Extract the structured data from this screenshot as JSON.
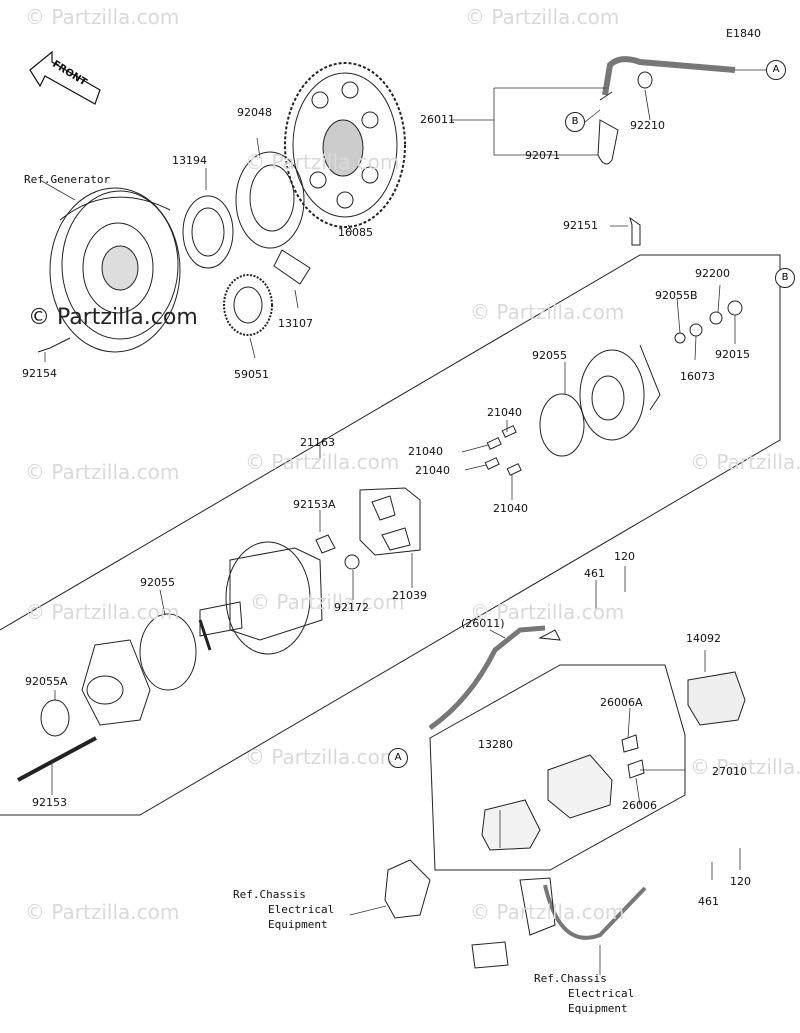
{
  "diagram_code": "E1840",
  "front_label": "FRONT",
  "watermarks": [
    "© Partzilla.com",
    "© Partzilla.com",
    "© Partzilla.com",
    "© Partzilla.com",
    "© Partzilla.com",
    "© Partzilla.com",
    "© Partzilla.com",
    "© Partzilla.com",
    "© Partzilla.com",
    "© Partzilla.com",
    "© Partzilla.com",
    "© Partzilla.com",
    "© Partzilla.com",
    "© Partzilla.com"
  ],
  "watermark_bold": "© Partzilla.com",
  "refs": {
    "generator": "Ref.Generator",
    "chassis_1_line1": "Ref.Chassis",
    "chassis_1_line2": "Electrical",
    "chassis_1_line3": "Equipment",
    "chassis_2_line1": "Ref.Chassis",
    "chassis_2_line2": "Electrical",
    "chassis_2_line3": "Equipment"
  },
  "connectors": {
    "a1": "A",
    "a2": "A",
    "b1": "B",
    "b2": "B"
  },
  "parts": {
    "p26011": "26011",
    "p92071": "92071",
    "p92210": "92210",
    "p92048": "92048",
    "p13194": "13194",
    "p16085": "16085",
    "p13107": "13107",
    "p59051": "59051",
    "p92154": "92154",
    "p92151": "92151",
    "p92200": "92200",
    "p92055B": "92055B",
    "p92015": "92015",
    "p16073": "16073",
    "p92055a": "92055",
    "p21163": "21163",
    "p21040a": "21040",
    "p21040b": "21040",
    "p21040c": "21040",
    "p21040d": "21040",
    "p92153A": "92153A",
    "p92172": "92172",
    "p21039": "21039",
    "p92055b": "92055",
    "p92055A": "92055A",
    "p92153": "92153",
    "p120a": "120",
    "p461a": "461",
    "p26011b": "(26011)",
    "p14092": "14092",
    "p26006A": "26006A",
    "p13280": "13280",
    "p27010": "27010",
    "p26006": "26006",
    "p461b": "461",
    "p120b": "120"
  }
}
